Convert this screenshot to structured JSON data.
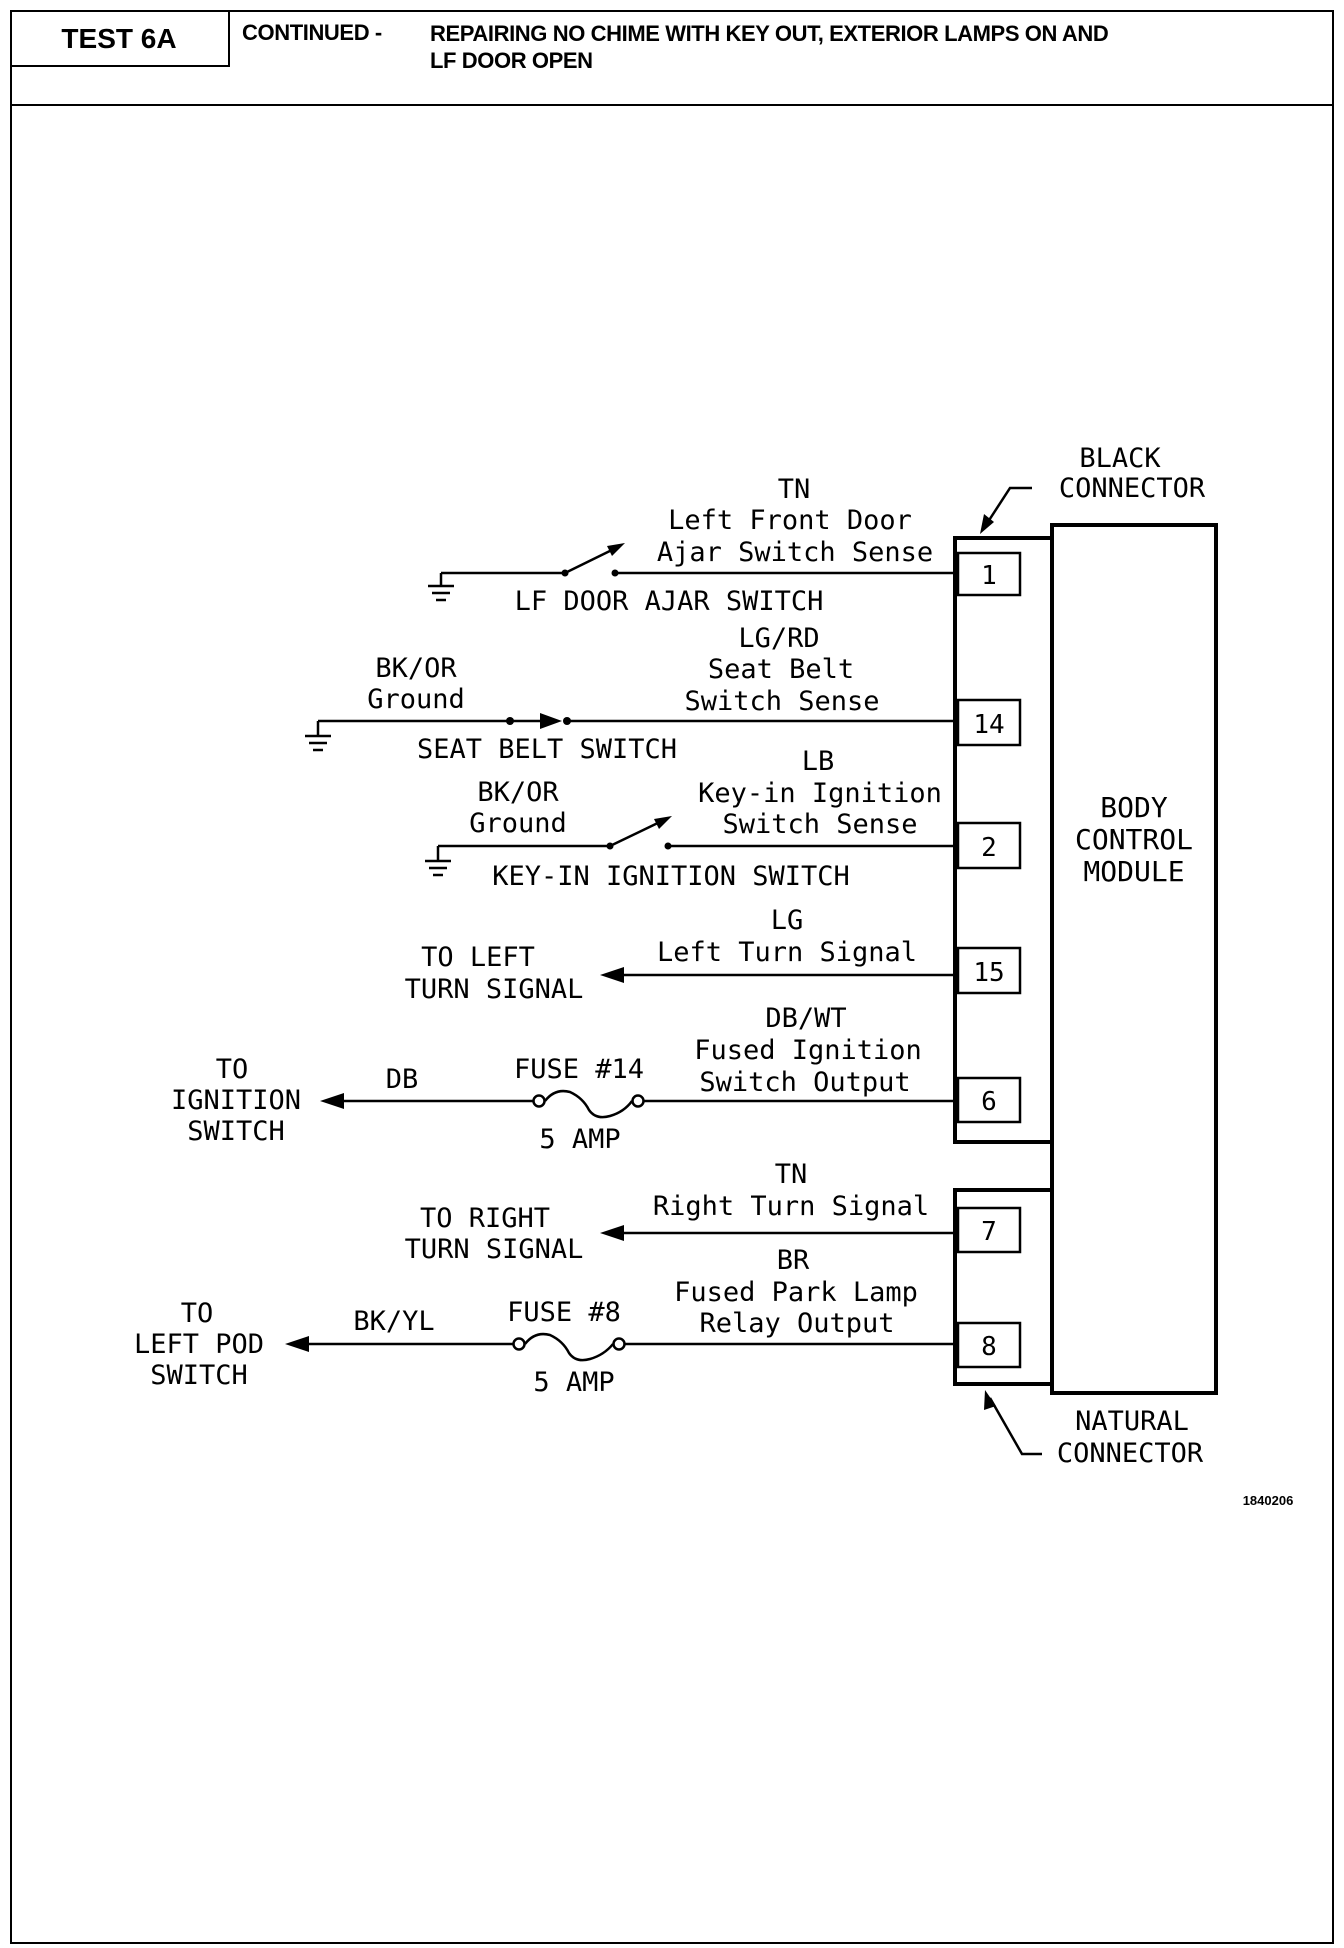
{
  "header": {
    "test_id": "TEST 6A",
    "lead": "CONTINUED -",
    "title_line1": "REPAIRING NO CHIME WITH KEY OUT, EXTERIOR LAMPS ON AND",
    "title_line2": "LF DOOR OPEN"
  },
  "diagram": {
    "black_connector_line1": "BLACK",
    "black_connector_line2": "CONNECTOR",
    "natural_connector_line1": "NATURAL",
    "natural_connector_line2": "CONNECTOR",
    "module_line1": "BODY",
    "module_line2": "CONTROL",
    "module_line3": "MODULE",
    "circuits": {
      "c1": {
        "pin": "1",
        "color": "TN",
        "desc1": "Left Front Door",
        "desc2": "Ajar Switch Sense",
        "component": "LF DOOR AJAR SWITCH"
      },
      "c14": {
        "pin": "14",
        "color": "LG/RD",
        "desc1": "Seat Belt",
        "desc2": "Switch Sense",
        "ground_color": "BK/OR",
        "ground_label": "Ground",
        "component": "SEAT BELT SWITCH"
      },
      "c2": {
        "pin": "2",
        "color": "LB",
        "desc1": "Key-in Ignition",
        "desc2": "Switch Sense",
        "ground_color": "BK/OR",
        "ground_label": "Ground",
        "component": "KEY-IN IGNITION SWITCH"
      },
      "c15": {
        "pin": "15",
        "color": "LG",
        "desc1": "Left Turn Signal",
        "dest1": "TO LEFT",
        "dest2": "TURN SIGNAL"
      },
      "c6": {
        "pin": "6",
        "color": "DB/WT",
        "desc1": "Fused Ignition",
        "desc2": "Switch Output",
        "wire2": "DB",
        "fuse": "FUSE #14",
        "amp": "5 AMP",
        "dest1": "TO",
        "dest2": "IGNITION",
        "dest3": "SWITCH"
      },
      "c7": {
        "pin": "7",
        "color": "TN",
        "desc1": "Right Turn Signal",
        "dest1": "TO RIGHT",
        "dest2": "TURN SIGNAL"
      },
      "c8": {
        "pin": "8",
        "color": "BR",
        "desc1": "Fused Park Lamp",
        "desc2": "Relay Output",
        "wire2": "BK/YL",
        "fuse": "FUSE #8",
        "amp": "5 AMP",
        "dest1": "TO",
        "dest2": "LEFT POD",
        "dest3": "SWITCH"
      }
    },
    "figure_number": "1840206"
  }
}
